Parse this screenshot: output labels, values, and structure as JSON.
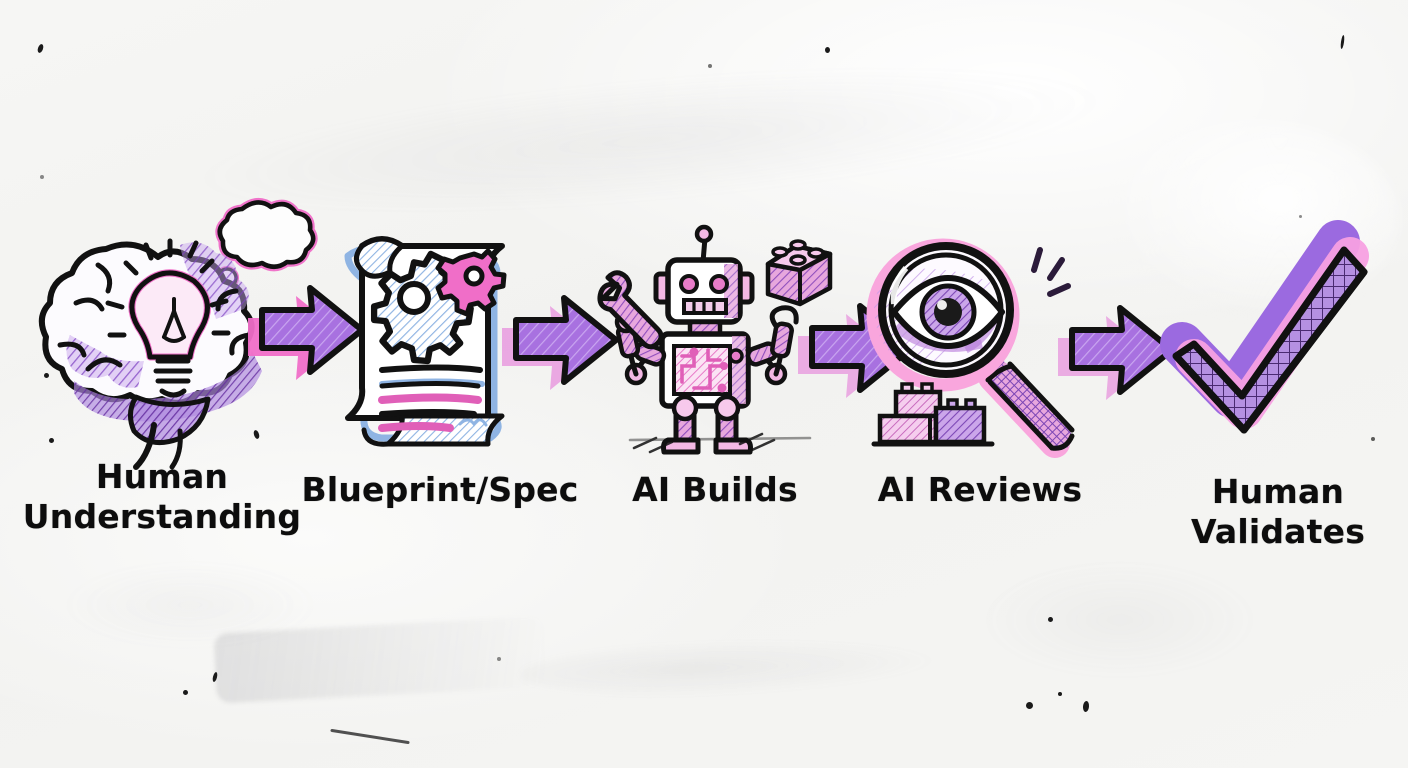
{
  "diagram": {
    "title": "Human Understanding to Human Validates AI workflow",
    "medium": "whiteboard-marker-sketch",
    "background_color": "#f4f4f2",
    "palette": {
      "ink": "#111111",
      "purple": "#9b5fd4",
      "purple_light": "#b98ae6",
      "pink": "#f06ec8",
      "pink_light": "#f9a6dd",
      "blue": "#8fb4e3",
      "white": "#ffffff"
    }
  },
  "stages": [
    {
      "id": "human-understanding",
      "label": "Human\nUnderstanding",
      "icon": "brain-lightbulb-icon",
      "icon_parts": [
        "brain",
        "lightbulb",
        "thought-bubble"
      ]
    },
    {
      "id": "blueprint-spec",
      "label": "Blueprint/Spec",
      "icon": "scroll-document-icon",
      "icon_parts": [
        "scroll",
        "gear-large",
        "gear-small",
        "text-lines"
      ]
    },
    {
      "id": "ai-builds",
      "label": "AI Builds",
      "icon": "robot-icon",
      "icon_parts": [
        "robot",
        "wrench",
        "building-block",
        "circuit-board"
      ]
    },
    {
      "id": "ai-reviews",
      "label": "AI Reviews",
      "icon": "magnifier-eye-icon",
      "icon_parts": [
        "magnifying-glass",
        "eye",
        "lego-bricks",
        "sparkle-lines"
      ]
    },
    {
      "id": "human-validates",
      "label": "Human\nValidates",
      "icon": "checkmark-icon",
      "icon_parts": [
        "check-mark",
        "crosshatch-fill",
        "pink-glow"
      ]
    }
  ],
  "arrows": [
    {
      "id": "arrow-1",
      "from": "human-understanding",
      "to": "blueprint-spec",
      "direction": "right"
    },
    {
      "id": "arrow-2",
      "from": "blueprint-spec",
      "to": "ai-builds",
      "direction": "right"
    },
    {
      "id": "arrow-3",
      "from": "ai-builds",
      "to": "ai-reviews",
      "direction": "right"
    },
    {
      "id": "arrow-4",
      "from": "ai-reviews",
      "to": "human-validates",
      "direction": "right"
    }
  ]
}
